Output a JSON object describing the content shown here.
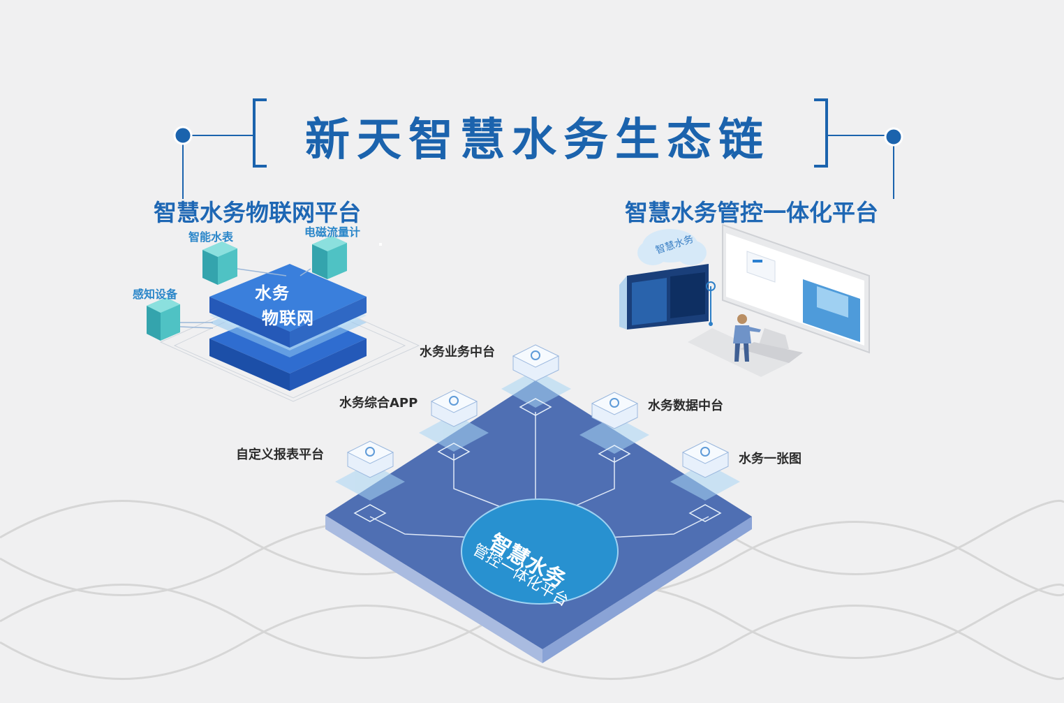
{
  "title": "新天智慧水务生态链",
  "left_section": {
    "title": "智慧水务物联网平台",
    "device_labels": [
      "智能水表",
      "电磁流量计",
      "感知设备"
    ],
    "stack_line1": "水务",
    "stack_line2": "物联网"
  },
  "right_section": {
    "title": "智慧水务管控一体化平台",
    "cloud_label": "智慧水务"
  },
  "platform": {
    "center_line1": "智慧水务",
    "center_line2": "管控一体化平台",
    "nodes": [
      {
        "label": "水务业务中台"
      },
      {
        "label": "水务综合APP"
      },
      {
        "label": "水务数据中台"
      },
      {
        "label": "自定义报表平台"
      },
      {
        "label": "水务一张图"
      }
    ]
  },
  "colors": {
    "title_blue": "#1b63ad",
    "platform_top": "#4f6fb3",
    "center_circle": "#2891d0",
    "wave_line": "#d3d3d3"
  }
}
